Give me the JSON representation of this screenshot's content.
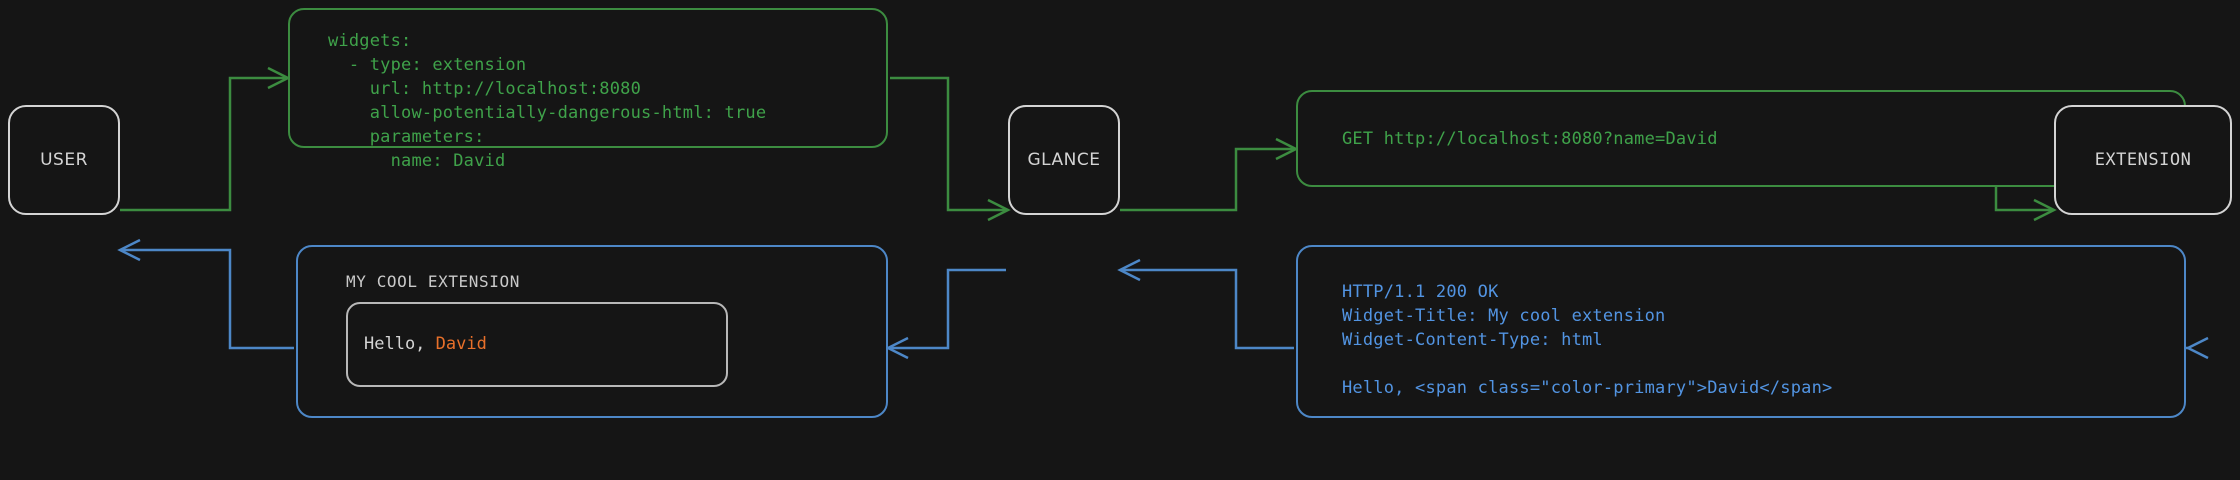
{
  "colors": {
    "background": "#151515",
    "node_border": "#d4d4d4",
    "green": "#3fa24a",
    "green_border": "#3c8c40",
    "blue": "#5294e2",
    "blue_border": "#4d87c7",
    "accent_orange": "#e8702a",
    "text_light": "#d4d4d4"
  },
  "nodes": {
    "user": "USER",
    "glance": "GLANCE",
    "extension": "EXTENSION"
  },
  "panels": {
    "yaml_config": {
      "code": "widgets:\n  - type: extension\n    url: http://localhost:8080\n    allow-potentially-dangerous-html: true\n    parameters:\n      name: David"
    },
    "get_request": {
      "code": "GET http://localhost:8080?name=David"
    },
    "http_response": {
      "code": "HTTP/1.1 200 OK\nWidget-Title: My cool extension\nWidget-Content-Type: html\n\nHello, <span class=\"color-primary\">David</span>"
    },
    "rendered_widget": {
      "title": "MY COOL EXTENSION",
      "body_prefix": "Hello, ",
      "body_accent": "David"
    }
  },
  "flow": {
    "edges": [
      {
        "from": "user",
        "to": "yaml_config",
        "color": "green",
        "direction": "forward"
      },
      {
        "from": "yaml_config",
        "to": "glance",
        "color": "green",
        "direction": "forward"
      },
      {
        "from": "glance",
        "to": "get_request",
        "color": "green",
        "direction": "forward"
      },
      {
        "from": "get_request",
        "to": "extension",
        "color": "green",
        "direction": "forward"
      },
      {
        "from": "extension",
        "to": "http_response",
        "color": "blue",
        "direction": "forward"
      },
      {
        "from": "http_response",
        "to": "glance",
        "color": "blue",
        "direction": "forward"
      },
      {
        "from": "glance",
        "to": "rendered_widget",
        "color": "blue",
        "direction": "forward"
      },
      {
        "from": "rendered_widget",
        "to": "user",
        "color": "blue",
        "direction": "forward"
      }
    ]
  }
}
